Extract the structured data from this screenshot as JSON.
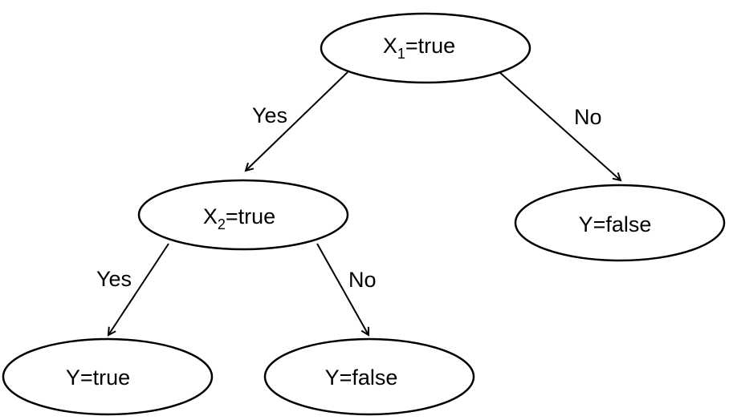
{
  "tree": {
    "root": {
      "var": "X",
      "subscript": "1",
      "rest": "=true"
    },
    "root_yes_label": "Yes",
    "root_no_label": "No",
    "inner": {
      "var": "X",
      "subscript": "2",
      "rest": "=true"
    },
    "inner_yes_label": "Yes",
    "inner_no_label": "No",
    "leaf_right": "Y=false",
    "leaf_left": "Y=true",
    "leaf_middle": "Y=false"
  }
}
